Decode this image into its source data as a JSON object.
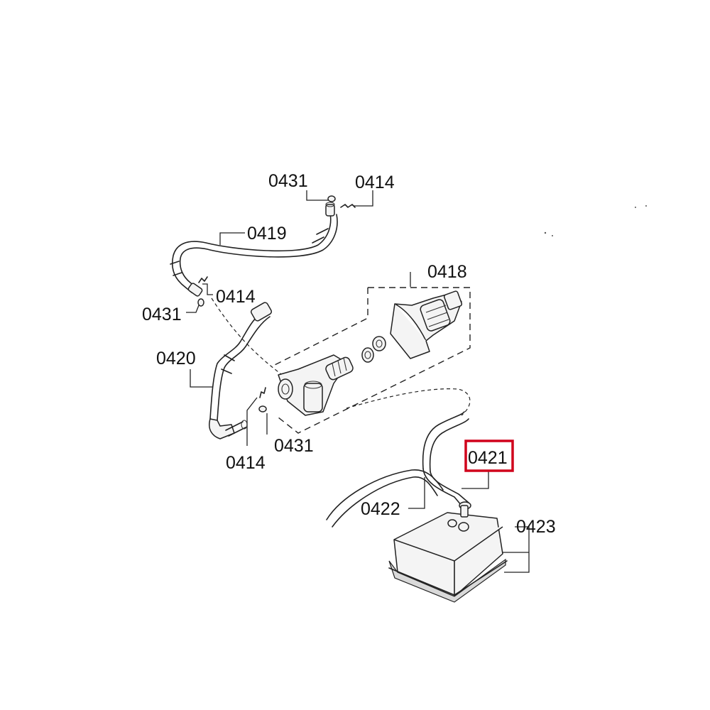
{
  "callouts": [
    {
      "id": "c-0431-top",
      "text": "0431"
    },
    {
      "id": "c-0414-top",
      "text": "0414"
    },
    {
      "id": "c-0419",
      "text": "0419"
    },
    {
      "id": "c-0414-mid",
      "text": "0414"
    },
    {
      "id": "c-0431-mid",
      "text": "0431"
    },
    {
      "id": "c-0418",
      "text": "0418"
    },
    {
      "id": "c-0420",
      "text": "0420"
    },
    {
      "id": "c-0414-bot",
      "text": "0414"
    },
    {
      "id": "c-0431-bot",
      "text": "0431"
    },
    {
      "id": "c-0421",
      "text": "0421"
    },
    {
      "id": "c-0422",
      "text": "0422"
    },
    {
      "id": "c-0423",
      "text": "0423"
    }
  ],
  "highlight": {
    "part": "0421",
    "color": "#d0021b"
  },
  "colors": {
    "line": "#222222",
    "background": "#ffffff",
    "highlight": "#d0021b"
  }
}
